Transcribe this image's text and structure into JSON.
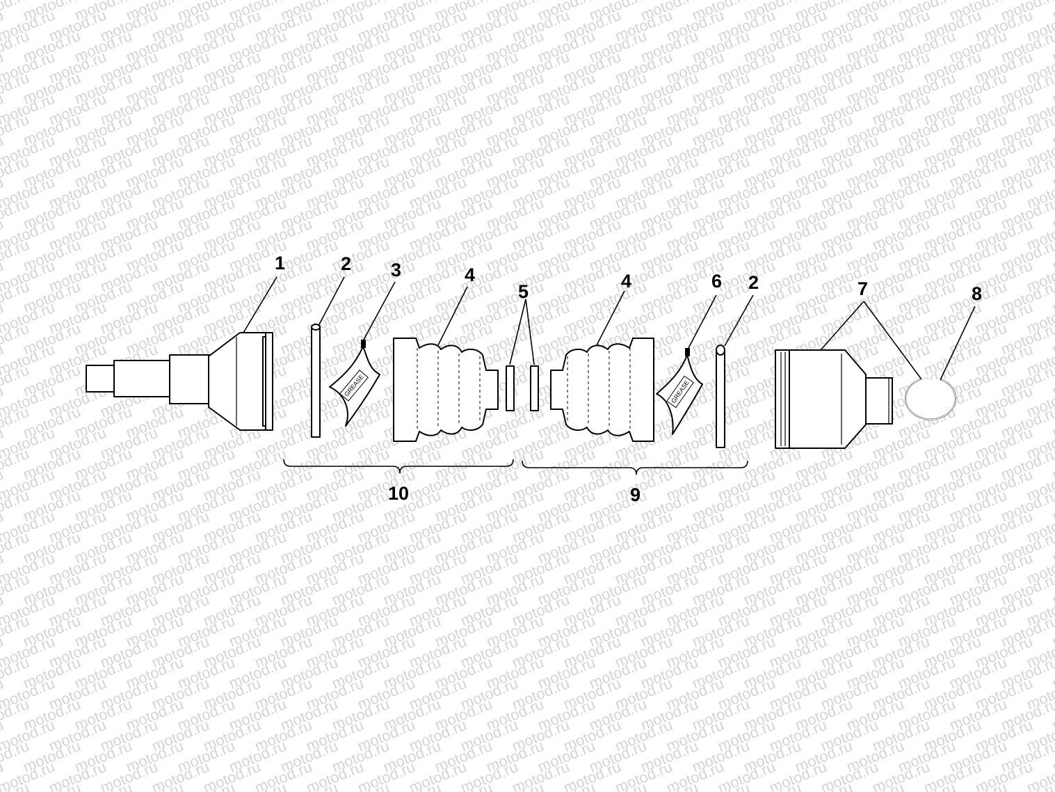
{
  "watermark": {
    "text": "motod.ru"
  },
  "callouts": {
    "c1": "1",
    "c2a": "2",
    "c3": "3",
    "c4a": "4",
    "c5": "5",
    "c4b": "4",
    "c6": "6",
    "c2b": "2",
    "c7": "7",
    "c8": "8",
    "c10": "10",
    "c9": "9"
  },
  "grease_packets": {
    "left": "GREASE",
    "right": "GREASE"
  },
  "colors": {
    "line": "#000000",
    "watermark": "#d4d4d4",
    "background": "#ffffff"
  }
}
